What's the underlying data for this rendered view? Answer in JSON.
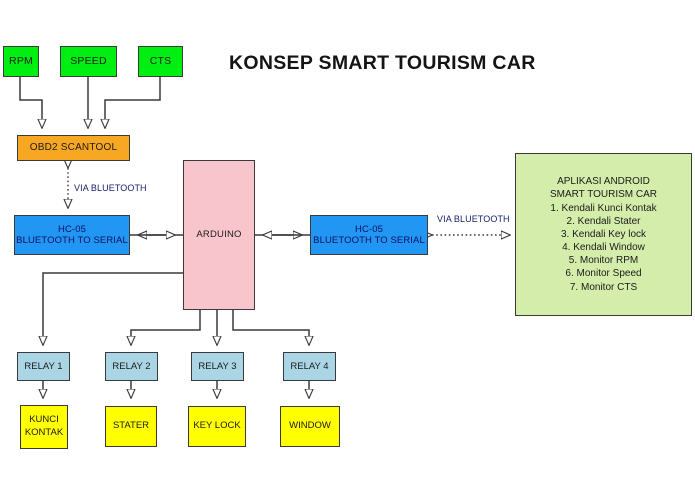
{
  "title": "KONSEP SMART TOURISM CAR",
  "sensors": [
    {
      "label": "RPM"
    },
    {
      "label": "SPEED"
    },
    {
      "label": "CTS"
    }
  ],
  "scantool": {
    "label": "OBD2 SCANTOOL"
  },
  "bluetooth_left": {
    "line1": "HC-05",
    "line2": "BLUETOOTH TO SERIAL"
  },
  "bluetooth_right": {
    "line1": "HC-05",
    "line2": "BLUETOOTH TO SERIAL"
  },
  "controller": {
    "label": "ARDUINO"
  },
  "wire_labels": {
    "scantool_to_bt": "VIA BLUETOOTH",
    "bt_to_app": "VIA BLUETOOTH"
  },
  "android_app": {
    "heading1": "APLIKASI ANDROID",
    "heading2": "SMART  TOURISM CAR",
    "features": [
      "1. Kendali Kunci Kontak",
      "2. Kendali Stater",
      "3. Kendali Key lock",
      "4. Kendali Window",
      "5. Monitor RPM",
      "6. Monitor Speed",
      "7. Monitor CTS"
    ]
  },
  "relays": [
    {
      "label": "RELAY 1"
    },
    {
      "label": "RELAY 2"
    },
    {
      "label": "RELAY 3"
    },
    {
      "label": "RELAY 4"
    }
  ],
  "actuators": [
    {
      "line1": "KUNCI",
      "line2": "KONTAK"
    },
    {
      "line1": "STATER",
      "line2": ""
    },
    {
      "line1": "KEY LOCK",
      "line2": ""
    },
    {
      "line1": "WINDOW",
      "line2": ""
    }
  ],
  "colors": {
    "sensor": "#00ee11",
    "scantool": "#f7a722",
    "bluetooth": "#2196f3",
    "controller": "#f9c5cd",
    "app": "#d5edaa",
    "relay": "#aad5e4",
    "actuator": "#ffff00",
    "stroke": "#3a3a3a",
    "label_text": "#16246b"
  }
}
